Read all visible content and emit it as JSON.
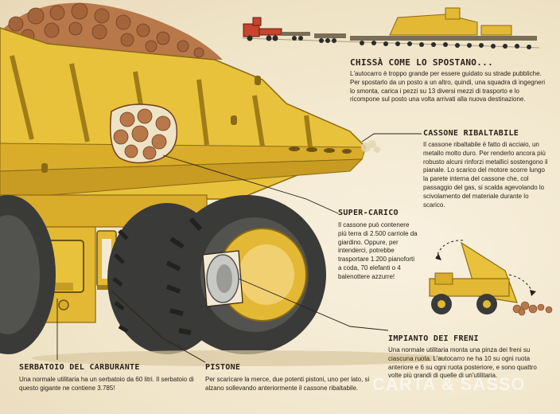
{
  "sections": {
    "spostano": {
      "title": "Chissà come lo spostano...",
      "text": "L'autocarro è troppo grande per essere guidato su strade pubbliche. Per spostarlo da un posto a un altro, quindi, una squadra di ingegneri lo smonta, carica i pezzi su 13 diversi mezzi di trasporto e lo ricompone sul posto una volta arrivati alla nuova destinazione."
    },
    "cassone": {
      "title": "Cassone ribaltabile",
      "text": "Il cassone ribaltabile è fatto di acciaio, un metallo molto duro. Per renderlo ancora più robusto alcuni rinforzi metallici sostengono il pianale. Lo scarico del motore scorre lungo la parete interna del cassone che, col passaggio del gas, si scalda agevolando lo scivolamento del materiale durante lo scarico."
    },
    "supercarico": {
      "title": "Super-carico",
      "text": "Il cassone può contenere più terra di 2.500 carriole da giardino. Oppure, per intenderci, potrebbe trasportare 1.200 pianoforti a coda, 70 elefanti o 4 balenottere azzurre!"
    },
    "freni": {
      "title": "Impianto dei freni",
      "text": "Una normale utilitaria monta una pinza dei freni su ciascuna ruota. L'autocarro ne ha 10 su ogni ruota anteriore e 6 su ogni ruota posteriore, e sono quattro volte più grandi di quelle di un'utilitaria."
    },
    "serbatoio": {
      "title": "Serbatoio del carburante",
      "text": "Una normale utilitaria ha un serbatoio da 60 litri. Il serbatoio di questo gigante ne contiene 3.785!"
    },
    "pistone": {
      "title": "Pistone",
      "text": "Per scaricare la merce, due potenti pistoni, uno per lato, si alzano sollevando anteriormente il cassone ribaltabile."
    }
  },
  "watermark": "CARTA & SASSO",
  "colors": {
    "yellow": "#e9c23c",
    "yellow_dark": "#b8901c",
    "tire": "#3a3a38",
    "rock": "#b8784a",
    "ink": "#2b2118"
  }
}
